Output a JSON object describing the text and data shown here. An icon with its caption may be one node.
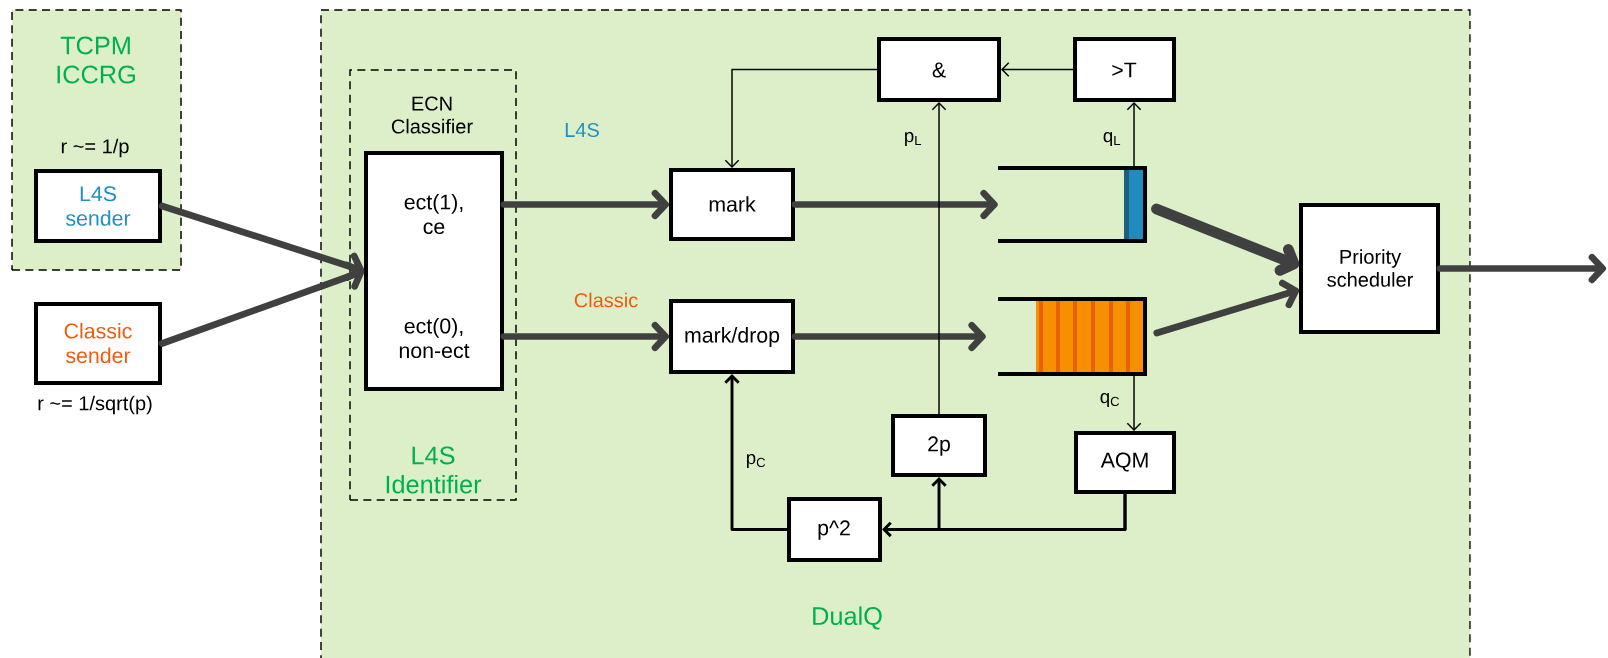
{
  "diagram": {
    "nodes": [
      {
        "text": [
          "TCPM ICCRG"
        ]
      },
      {
        "text": [
          "L4S sender"
        ],
        "in": 0,
        "beside": [
          "r ~= 1/p"
        ]
      },
      {
        "text": [
          "Classic sender"
        ],
        "beside": [
          "r ~= 1/sqrt(p)"
        ]
      },
      {
        "text": [
          "DualQ"
        ]
      },
      {
        "text": [
          "L4S Identifier"
        ],
        "in": 3
      },
      {
        "text": [
          "ECN Classifier",
          "ect(1), ce",
          "ect(0), non-ect"
        ],
        "in": 4
      },
      {
        "text": [
          "&"
        ],
        "in": 3
      },
      {
        "text": [
          ">T"
        ],
        "in": 3
      },
      {
        "text": [
          "mark"
        ],
        "in": 3
      },
      {
        "text": [],
        "shape": "queue",
        "in": 3
      },
      {
        "text": [
          "mark/drop"
        ],
        "in": 3
      },
      {
        "text": [],
        "shape": "queue",
        "in": 3
      },
      {
        "text": [
          "Priority scheduler"
        ],
        "in": 3
      },
      {
        "text": [
          "2p"
        ],
        "in": 3
      },
      {
        "text": [
          "AQM"
        ],
        "in": 3
      },
      {
        "text": [
          "p^2"
        ],
        "in": 3
      }
    ],
    "edges": [
      {
        "from": 1,
        "to": 5,
        "arrow": "to",
        "color": "#404040"
      },
      {
        "from": 2,
        "to": 5,
        "arrow": "to",
        "color": "#404040"
      },
      {
        "from": 5,
        "to": 8,
        "arrow": "to",
        "label": "L4S",
        "color": "#404040"
      },
      {
        "from": 5,
        "to": 10,
        "arrow": "to",
        "label": "Classic",
        "color": "#404040"
      },
      {
        "from": 8,
        "to": 9,
        "arrow": "to",
        "color": "#404040"
      },
      {
        "from": 10,
        "to": 11,
        "arrow": "to",
        "color": "#404040"
      },
      {
        "from": 9,
        "to": 12,
        "arrow": "to",
        "color": "#404040"
      },
      {
        "from": 11,
        "to": 12,
        "arrow": "to",
        "color": "#404040"
      },
      {
        "from": 12,
        "to": null,
        "arrow": "to",
        "color": "#404040"
      },
      {
        "from": 9,
        "to": 7,
        "arrow": "to",
        "label": "q$_{L}$"
      },
      {
        "from": 7,
        "to": 6,
        "arrow": "to"
      },
      {
        "from": 6,
        "to": 8,
        "arrow": "to"
      },
      {
        "from": 11,
        "to": 14,
        "arrow": "to",
        "label": "q$_{C}$"
      },
      {
        "from": 14,
        "to": 15,
        "arrow": "to"
      },
      {
        "from": 14,
        "to": 13,
        "arrow": "to"
      },
      {
        "from": 13,
        "to": 6,
        "arrow": "to",
        "label": "p$_{L}$"
      },
      {
        "from": 15,
        "to": 10,
        "arrow": "to",
        "label": "p$_{C}$"
      }
    ]
  }
}
